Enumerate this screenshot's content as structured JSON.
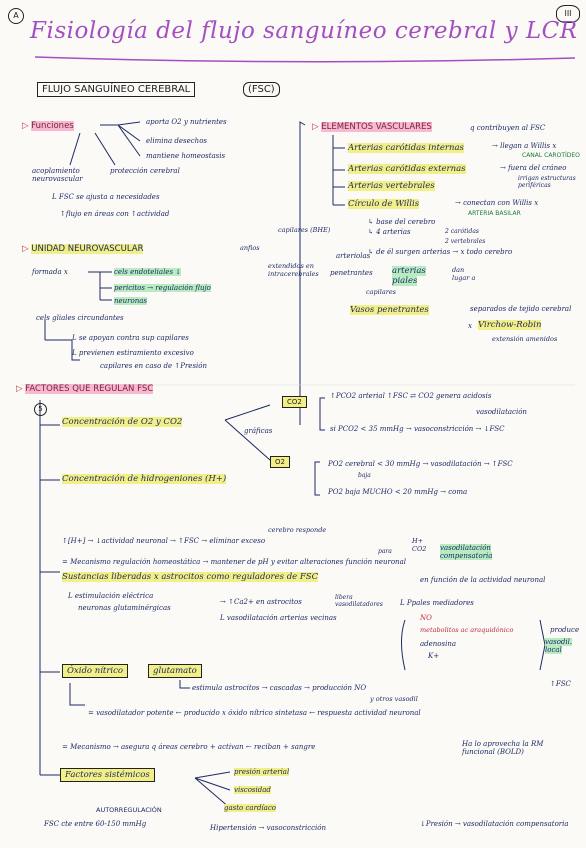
{
  "header": {
    "section_letter": "A",
    "page_number": "III",
    "title": "Fisiología del flujo sanguíneo cerebral y LCR"
  },
  "fsc_box": {
    "title": "FLUJO SANGUÍNEO CEREBRAL",
    "abbr": "(FSC)"
  },
  "funciones": {
    "label": "Funciones",
    "items": [
      "aporta O2 y nutrientes",
      "elimina desechos",
      "mantiene homeostasis"
    ],
    "acoplamiento": "acoplamiento neurovascular",
    "proteccion": "protección cerebral",
    "fsc_note1": "FSC se ajusta a necesidades",
    "fsc_note2": "↑flujo en áreas con ↑actividad"
  },
  "unidad": {
    "label": "UNIDAD NEUROVASCULAR",
    "formada": "formada x",
    "items": [
      "cels endoteliales ↓",
      "pericitos → regulación flujo",
      "neuronas"
    ],
    "glia": "cels gliales circundantes",
    "glia_notes": [
      "se apoyan contra sup capilares",
      "previenen estiramiento excesivo",
      "capilares en caso de ↑Presión"
    ]
  },
  "elementos": {
    "label": "ELEMENTOS VASCULARES",
    "suffix": "q contribuyen al FSC",
    "arterias": [
      {
        "name": "Arterias carótidas internas",
        "note": "→ llegan a Willis x",
        "note2": "CANAL CAROTÍDEO"
      },
      {
        "name": "Arterias carótidas externas",
        "note": "→ fuera del cráneo",
        "note2": "irrigan estructuras periféricas"
      },
      {
        "name": "Arterias vertebrales",
        "note": ""
      },
      {
        "name": "Círculo de Willis",
        "note": "→ conectan con Willis x",
        "note2": "ARTERIA BASILAR"
      }
    ],
    "willis_notes": [
      "base del cerebro",
      "4 arterias",
      "2 carótidas",
      "2 vertebrales",
      "de él surgen arterias → x todo cerebro"
    ],
    "capilares": "capilares (BHE)",
    "anfios": "anfios",
    "arteriolas": "arteriolas",
    "penetrantes": "penetrantes",
    "arterias_piales": "arterias piales",
    "dan_lugar": "dan lugar a",
    "extendidos": "extendidos en intracerebrales",
    "capilares2": "capilares",
    "vasos": "Vasos penetrantes",
    "separados": "separados de tejido cerebral",
    "virchow": "Virchow-Robin",
    "extension": "extensión amenidos",
    "x": "x"
  },
  "factores": {
    "label": "FACTORES QUE REGULAN FSC",
    "num": "5",
    "conc_o2": "Concentración de O2 y CO2",
    "graphs": "gráficas",
    "co2_box": "CO2",
    "o2_box": "O2",
    "co2_lines": [
      "↑PCO2 arterial ↑FSC ⇄ CO2 genera acidosis",
      "vasodilatación",
      "si PCO2 < 35 mmHg → vasoconstricción → ↓FSC"
    ],
    "o2_lines": [
      "PO2 cerebral < 30 mmHg → vasodilatación → ↑FSC",
      "baja",
      "PO2 baja MUCHO < 20 mmHg → coma"
    ],
    "hidrogen": "Concentración de hidrogeniones (H+)",
    "h_line": "↑[H+] → ↓actividad neuronal → ↑FSC → eliminar exceso",
    "cerebro_resp": "cerebro responde",
    "para": "para",
    "h_co2": "H+ CO2",
    "vasodil_comp": "vasodilatación compensatoria",
    "mecanismo1": "= Mecanismo regulación homeostática → mantener de pH y evitar alteraciones función neuronal",
    "sustancias": "Sustancias liberadas x astrocitos como reguladores de FSC",
    "en_funcion": "en función de la actividad neuronal",
    "estim": "estimulación eléctrica",
    "neuronas_glut": "neuronas glutaminérgicas",
    "ca_astro": "↑Ca2+ en astrocitos",
    "libera": "libera vasodilatadores",
    "vasodil_art": "vasodilatación arterias vecinas",
    "ppales": "Ppales mediadores",
    "no": "NO",
    "metabolitos": "metabolitos ac araquidónico",
    "adenosina": "adenosina",
    "k": "K+",
    "produce": "produce",
    "vasodil_local": "vasodil. local",
    "up_fsc": "↑FSC",
    "oxido": "Óxido nítrico",
    "glutamato": "glutamato",
    "estimula": "estimula astrocitos → cascadas → producción NO",
    "y_otros": "y otros vasodil",
    "vasodil_pot": "= vasodilatador potente ← producido x óxido nítrico sintetasa ← respuesta actividad neuronal",
    "mecanismo2": "= Mecanismo → asegura q áreas cerebro + activan ← reciban + sangre",
    "rm": "Ha lo aprovecha la RM funcional (BOLD)",
    "sistemicos": "Factores sistémicos",
    "sist_items": [
      "presión arterial",
      "viscosidad",
      "gasto cardíaco"
    ],
    "autoreg": "AUTORREGULACIÓN",
    "fsc_entre": "FSC cte entre 60-150 mmHg",
    "hiper": "Hipertensión → vasoconstricción",
    "hipo": "↓Presión → vasodilatación compensatoria"
  }
}
